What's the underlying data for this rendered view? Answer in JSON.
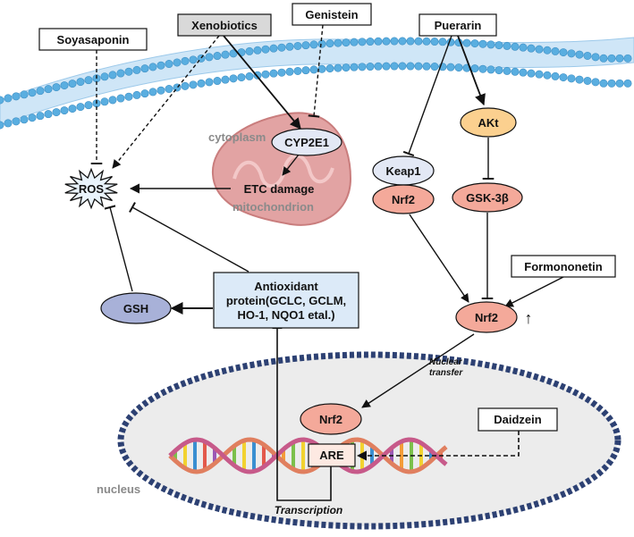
{
  "colors": {
    "membrane": "#cfe6f7",
    "membrane_head": "#5aaee0",
    "mito_fill": "#e2a3a3",
    "mito_edge": "#c97d7d",
    "node_pink": "#f4a99a",
    "node_blue": "#e3e8f5",
    "node_orange": "#fbd08f",
    "node_gsh": "#a8b1d8",
    "antioxidant_box": "#dceaf8",
    "xenobiotics_box": "#d9d9d9",
    "nucleus_fill": "#ececec",
    "nucleus_border": "#2d4173"
  },
  "boxes": {
    "soyasaponin": "Soyasaponin",
    "xenobiotics": "Xenobiotics",
    "genistein": "Genistein",
    "puerarin": "Puerarin",
    "formononetin": "Formononetin",
    "daidzein": "Daidzein"
  },
  "regions": {
    "cytoplasm": "cytoplasm",
    "mitochondrion": "mitochondrion",
    "nucleus": "nucleus"
  },
  "nodes": {
    "ros": "ROS",
    "cyp2e1": "CYP2E1",
    "etc_damage": "ETC damage",
    "keap1": "Keap1",
    "nrf2_bound": "Nrf2",
    "akt": "AKt",
    "gsk3b": "GSK-3β",
    "nrf2_free": "Nrf2",
    "up_arrow": "↑",
    "gsh": "GSH",
    "nrf2_nuclear": "Nrf2",
    "are": "ARE"
  },
  "antioxidant": {
    "line1": "Antioxidant",
    "line2": "protein(GCLC, GCLM,",
    "line3": "HO-1, NQO1 etal.)"
  },
  "annotations": {
    "nuclear_line1": "Nuclear",
    "nuclear_line2": "transfer",
    "transcription": "Transcription"
  }
}
